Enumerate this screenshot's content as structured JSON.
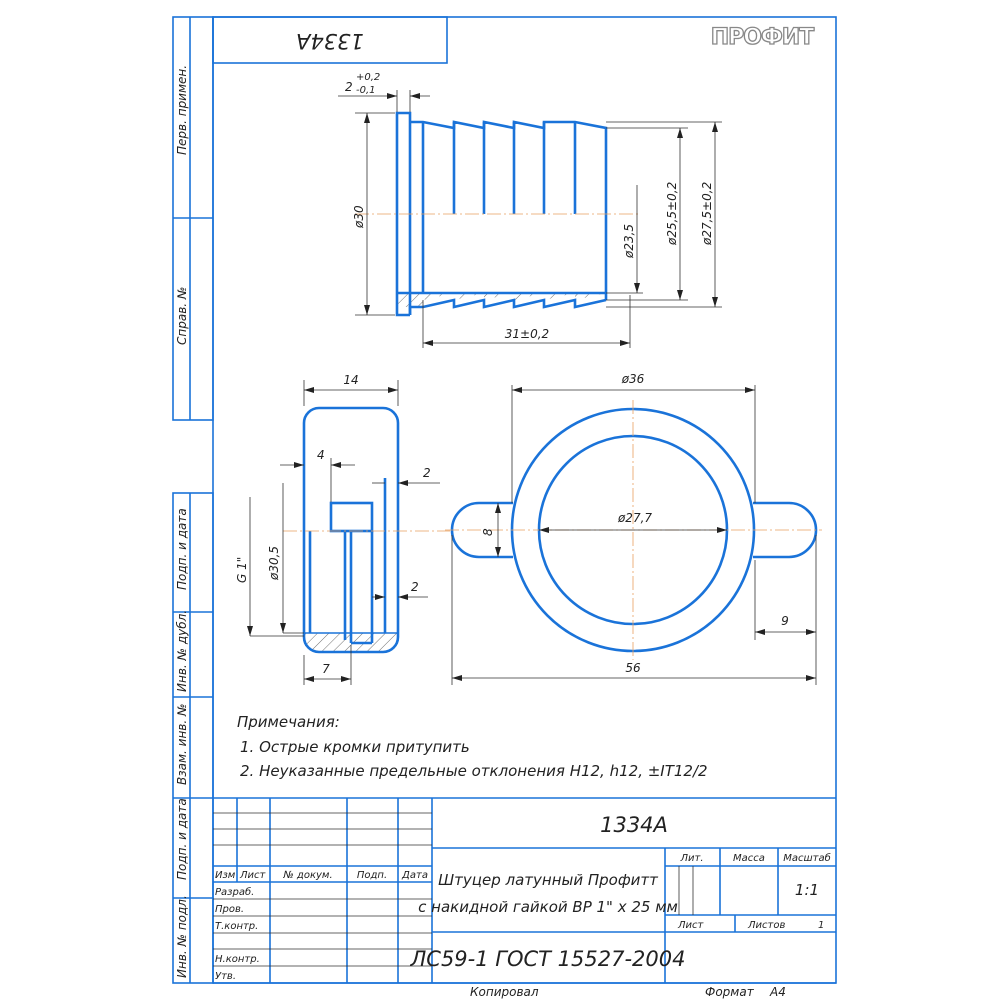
{
  "stamp_top": "1334A",
  "logo": "ПРОФИТ",
  "side_labels": [
    "Перв. примен.",
    "Справ. №",
    "Подп. и дата",
    "Инв. № дубл.",
    "Взам. инв. №",
    "Подп. и дата",
    "Инв. № подл."
  ],
  "dims": {
    "flange": "2",
    "flange_tol_up": "+0,2",
    "flange_tol_low": "-0,1",
    "d30": "ø30",
    "d235": "ø23,5",
    "d255": "ø25,5±0,2",
    "d275": "ø27,5±0,2",
    "len31": "31±0,2",
    "nut_w": "14",
    "nut_4": "4",
    "nut_2a": "2",
    "nut_2b": "2",
    "nut_7": "7",
    "g1": "G 1\"",
    "d305": "ø30,5",
    "d36": "ø36",
    "d277": "ø27,7",
    "lug8": "8",
    "lug9": "9",
    "w56": "56"
  },
  "notes": {
    "title": "Примечания:",
    "items": [
      "1. Острые кромки притупить",
      "2. Неуказанные предельные отклонения H12, h12, ±IT12/2"
    ]
  },
  "title_block": {
    "designation": "1334A",
    "name_line1": "Штуцер латунный Профитт",
    "name_line2": "с накидной гайкой ВР 1\" х 25 мм",
    "material": "ЛС59-1 ГОСТ 15527-2004",
    "headers": [
      "Изм",
      "Лист",
      "№ докум.",
      "Подп.",
      "Дата"
    ],
    "roles": [
      "Разраб.",
      "Пров.",
      "Т.контр.",
      "",
      "Н.контр.",
      "Утв."
    ],
    "lit": "Лит.",
    "mass": "Масса",
    "scale_label": "Масштаб",
    "scale": "1:1",
    "sheet": "Лист",
    "sheets": "Листов",
    "sheets_count": "1"
  },
  "footer": {
    "copied": "Копировал",
    "format_label": "Формат",
    "format": "A4"
  }
}
